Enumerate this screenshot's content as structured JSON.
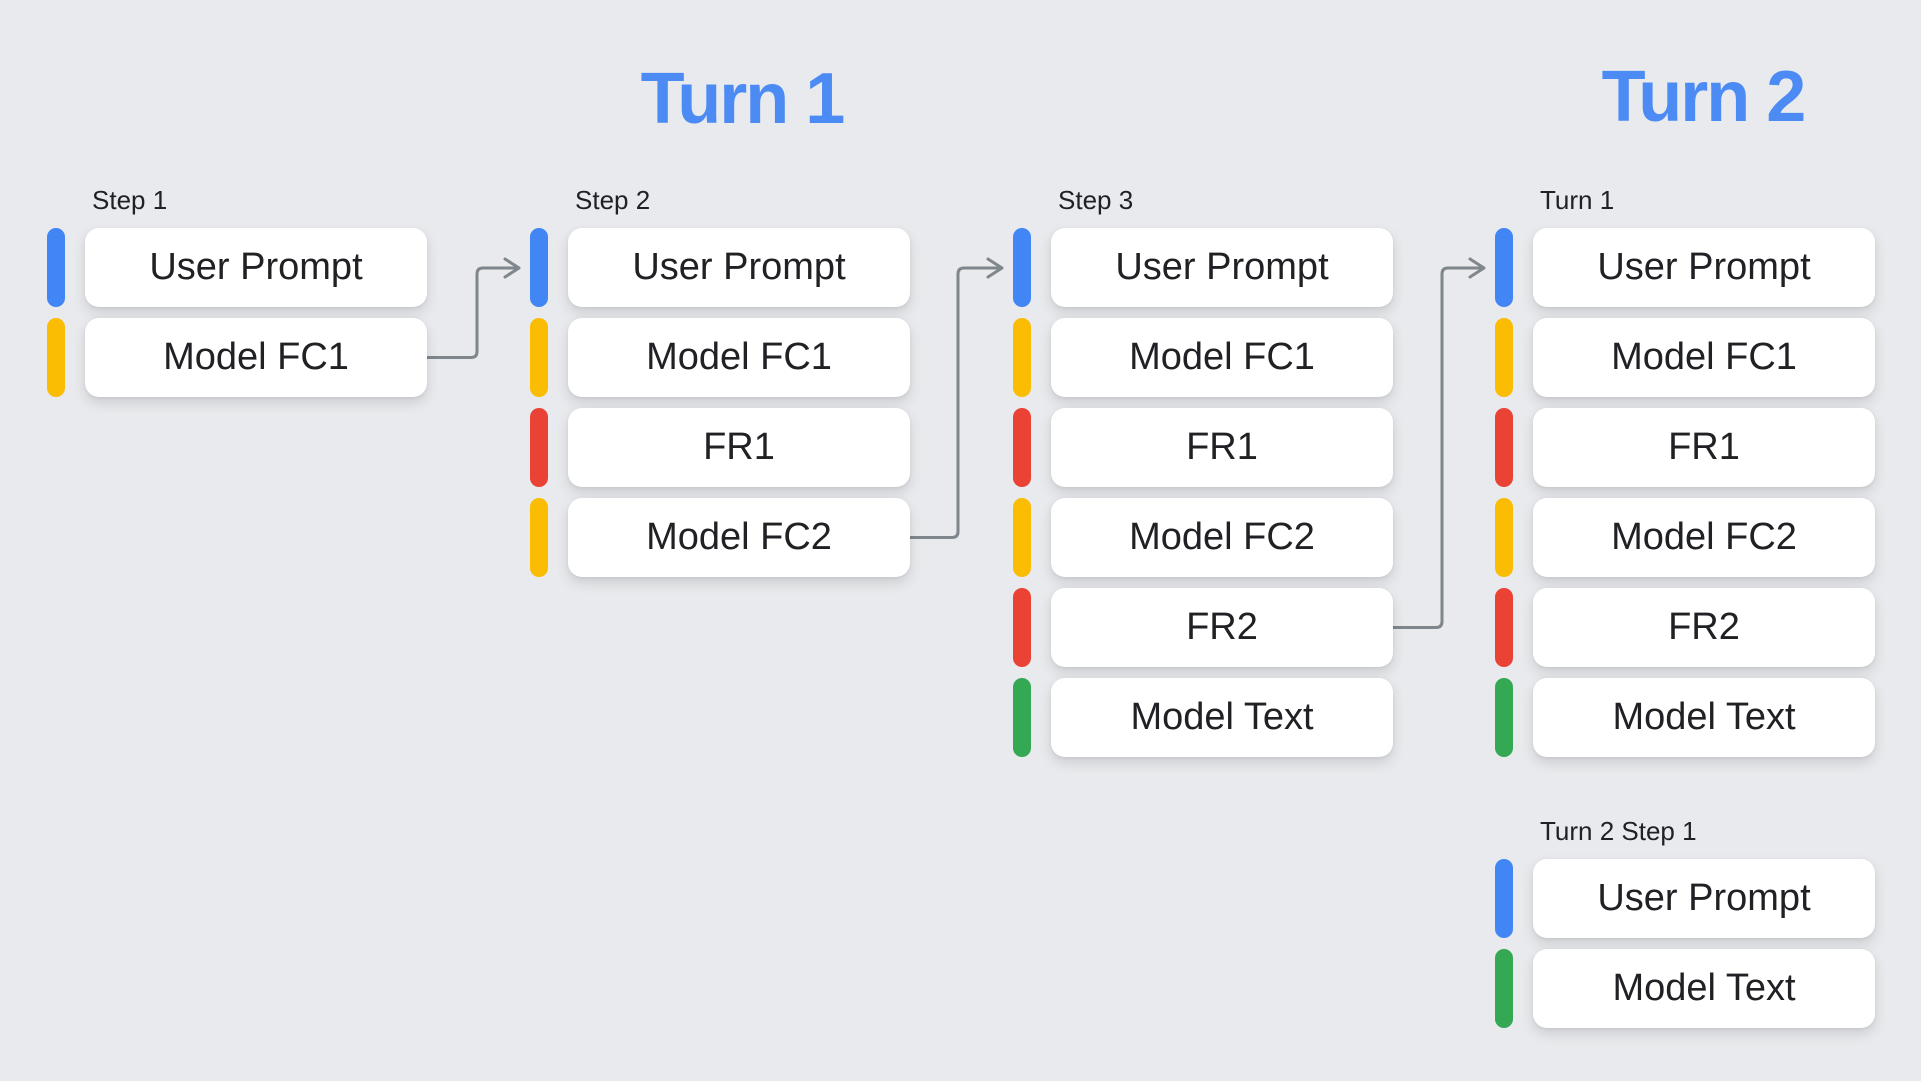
{
  "headings": {
    "turn1": "Turn 1",
    "turn2": "Turn 2"
  },
  "colors": {
    "background": "#E8EAED",
    "card_background": "#FFFFFF",
    "card_text": "#202124",
    "label_text": "#202124",
    "heading_blue": "#4C8BF4",
    "arrow_gray": "#7F868C",
    "user_prompt_blue": "#4285F4",
    "model_fc_yellow": "#FBBC04",
    "fr_red": "#EA4335",
    "model_text_green": "#34A853"
  },
  "columns": [
    {
      "label": "Step 1",
      "cards": [
        {
          "label": "User Prompt",
          "accent": "#4285F4"
        },
        {
          "label": "Model FC1",
          "accent": "#FBBC04"
        }
      ]
    },
    {
      "label": "Step 2",
      "cards": [
        {
          "label": "User Prompt",
          "accent": "#4285F4"
        },
        {
          "label": "Model FC1",
          "accent": "#FBBC04"
        },
        {
          "label": "FR1",
          "accent": "#EA4335"
        },
        {
          "label": "Model FC2",
          "accent": "#FBBC04"
        }
      ]
    },
    {
      "label": "Step 3",
      "cards": [
        {
          "label": "User Prompt",
          "accent": "#4285F4"
        },
        {
          "label": "Model FC1",
          "accent": "#FBBC04"
        },
        {
          "label": "FR1",
          "accent": "#EA4335"
        },
        {
          "label": "Model FC2",
          "accent": "#FBBC04"
        },
        {
          "label": "FR2",
          "accent": "#EA4335"
        },
        {
          "label": "Model Text",
          "accent": "#34A853"
        }
      ]
    },
    {
      "label": "Turn 1",
      "cards": [
        {
          "label": "User Prompt",
          "accent": "#4285F4"
        },
        {
          "label": "Model FC1",
          "accent": "#FBBC04"
        },
        {
          "label": "FR1",
          "accent": "#EA4335"
        },
        {
          "label": "Model FC2",
          "accent": "#FBBC04"
        },
        {
          "label": "FR2",
          "accent": "#EA4335"
        },
        {
          "label": "Model Text",
          "accent": "#34A853"
        }
      ]
    },
    {
      "label": "Turn 2 Step 1",
      "cards": [
        {
          "label": "User Prompt",
          "accent": "#4285F4"
        },
        {
          "label": "Model Text",
          "accent": "#34A853"
        }
      ]
    }
  ],
  "arrows": [
    {
      "from": "Step 1 Model FC1",
      "to": "Step 2 User Prompt"
    },
    {
      "from": "Step 2 Model FC2",
      "to": "Step 3 User Prompt"
    },
    {
      "from": "Step 3 FR2",
      "to": "Turn 2 / Turn 1 User Prompt"
    }
  ]
}
